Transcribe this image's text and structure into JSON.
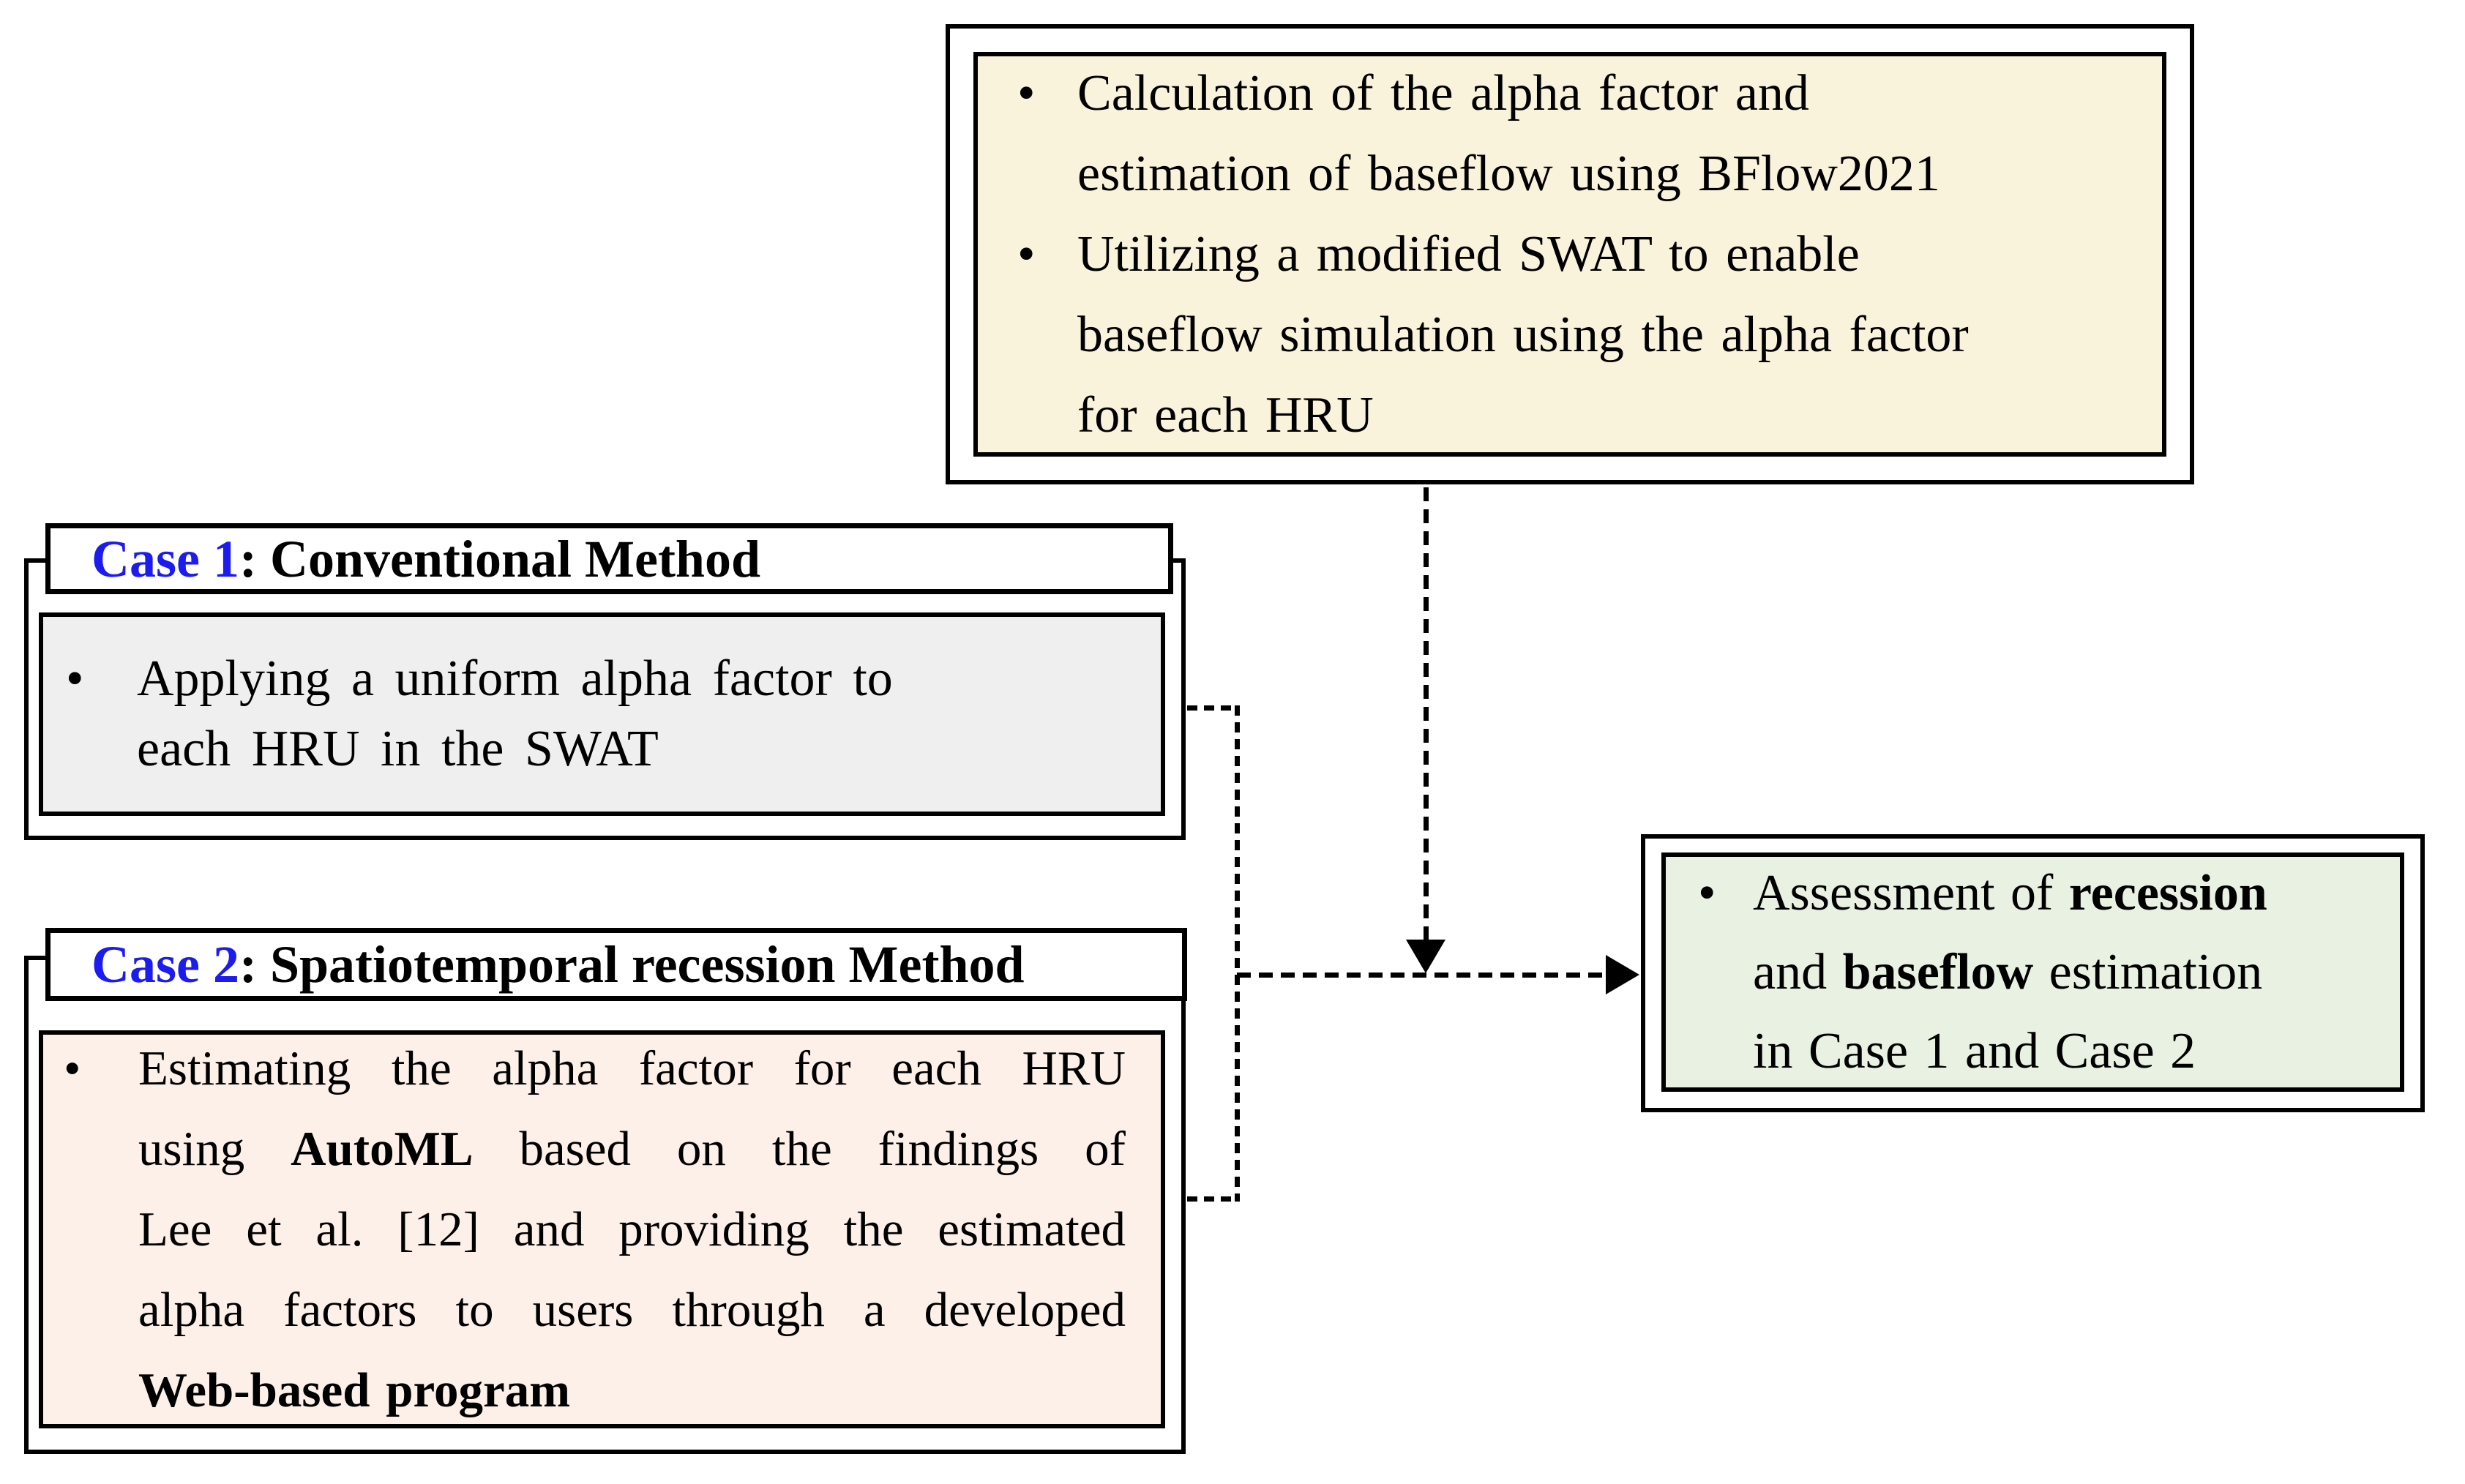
{
  "glyphs": {
    "bullet": "•"
  },
  "colors": {
    "top_box_fill": "#faf3dc",
    "case1_fill": "#efefef",
    "case2_fill": "#fcf0e8",
    "assessment_fill": "#e9f1e3",
    "case_label_blue": "#1c1cf0",
    "border_and_lines": "#000000"
  },
  "top_box": {
    "items": [
      {
        "lines": [
          "Calculation of the alpha factor and",
          "estimation of baseflow using BFlow2021"
        ]
      },
      {
        "lines": [
          "Utilizing a modified SWAT to enable",
          "baseflow simulation using the alpha factor",
          "for each HRU"
        ]
      }
    ]
  },
  "case1": {
    "header_label": "Case 1",
    "header_rest": ": Conventional Method",
    "lines": [
      "Applying a uniform alpha factor to",
      "each HRU in the SWAT"
    ]
  },
  "case2": {
    "header_label": "Case 2",
    "header_rest": ": Spatiotemporal recession Method",
    "line1": "Estimating the alpha factor for each HRU",
    "line2_pre": "using ",
    "line2_bold": "AutoML",
    "line2_post": " based on the findings of",
    "line3": "Lee et al. [12] and providing the estimated",
    "line4": "alpha factors to users through a developed",
    "line5_bold": "Web-based program"
  },
  "assessment": {
    "line1_pre": "Assessment of ",
    "line1_bold": "recession",
    "line2_pre": "and ",
    "line2_bold": "baseflow",
    "line2_post": " estimation",
    "line3": "in Case 1 and Case 2"
  }
}
